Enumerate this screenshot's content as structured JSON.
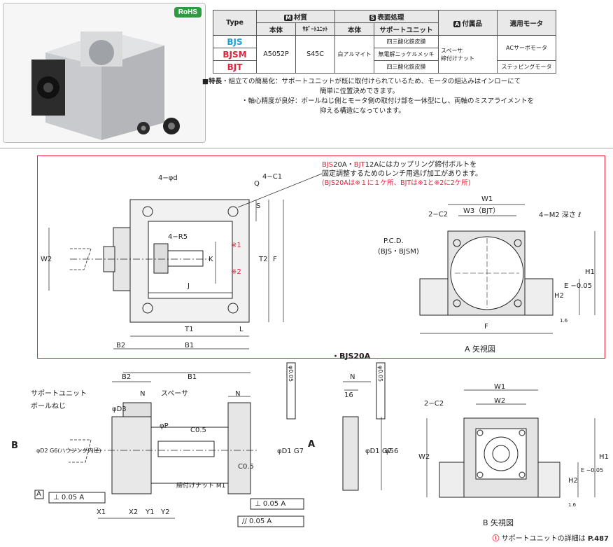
{
  "rohs": "RoHS",
  "table": {
    "type_header": "Type",
    "material_mark": "M",
    "material": "材質",
    "surface_mark": "S",
    "surface": "表面処理",
    "accessory_mark": "A",
    "accessory": "付属品",
    "motor": "適用モータ",
    "body": "本体",
    "support_unit_small": "ｻﾎﾟｰﾄﾕﾆｯﾄ",
    "body2": "本体",
    "support_unit": "サポートユニット",
    "types": [
      "BJS",
      "BJSM",
      "BJT"
    ],
    "mat_body": "A5052P",
    "mat_support": "S45C",
    "surf_body": "白アルマイト",
    "surf_support": [
      "四三酸化鉄皮膜",
      "無電解ニッケルメッキ",
      "四三酸化鉄皮膜"
    ],
    "acc_1": "スペーサ",
    "acc_2": "締付けナット",
    "motor_1": "ACサーボモータ",
    "motor_2": "ステッピングモータ"
  },
  "feature": {
    "head": "■特長",
    "l1": "・組立ての簡易化：サポートユニットが既に取付けられているため、モータの組込みはインローにて",
    "l1b": "簡単に位置決めできます。",
    "l2": "・軸心精度が良好：ボールねじ側とモータ側の取付け部を一体型にし、両軸のミスアライメントを",
    "l2b": "抑える構造になっています。"
  },
  "note": {
    "l1a": "BJS",
    "l1b": "20A・",
    "l1c": "BJT",
    "l1d": "12Aにはカップリング締付ボルトを",
    "l2": "固定調整するためのレンチ用逃げ加工があります。",
    "l3": "(BJS20Aは※１に１ケ所、BJTは※1と※2に2ケ所)"
  },
  "dims": {
    "d4": "4−φd",
    "c1": "4−C1",
    "q": "Q",
    "s": "S",
    "r5": "4−R5",
    "k": "K",
    "m1": "※1",
    "m2": "※2",
    "t2": "T2",
    "f": "F",
    "w2": "W2",
    "j": "J",
    "t1": "T1",
    "l": "L",
    "b2": "B2",
    "b1": "B1",
    "w1": "W1",
    "c2": "2−C2",
    "w3": "W3（BJT）",
    "m2deep": "4−M2 深さ ℓ",
    "pcd": "P.C.D.",
    "pcd2": "(BJS・BJSM)",
    "h1": "H1",
    "h2": "H2",
    "e": "E −0.05",
    "f2": "F",
    "r16": "1.6",
    "view_a": "A 矢視図",
    "bjs20a": "・BJS20A",
    "support": "サポートユニット",
    "ballscrew": "ボールねじ",
    "spacer": "スペーサ",
    "nut": "締付けナット M1",
    "n": "N",
    "d3": "φD3",
    "p": "φP",
    "c05": "C0.5",
    "c05b": "C0.5",
    "d1g7": "φD1 G7",
    "d2": "φD2 G6(ハウジング内径)",
    "tol1": "φ0.05",
    "aref": "A",
    "perp": "⊥",
    "par": "//",
    "t005": "0.05",
    "x1": "X1",
    "x2": "X2",
    "y1": "Y1",
    "y2": "Y2",
    "b_arrow": "B",
    "a_arrow": "A",
    "n16": "16",
    "d56": "φ56",
    "view_b": "B 矢視図",
    "w1b": "W1",
    "w2b": "W2",
    "c2b": "2−C2",
    "h1b": "H1",
    "h2b": "H2",
    "eb": "E −0.05"
  },
  "footer": {
    "text": "サポートユニットの詳細は",
    "ref": "P.487"
  }
}
